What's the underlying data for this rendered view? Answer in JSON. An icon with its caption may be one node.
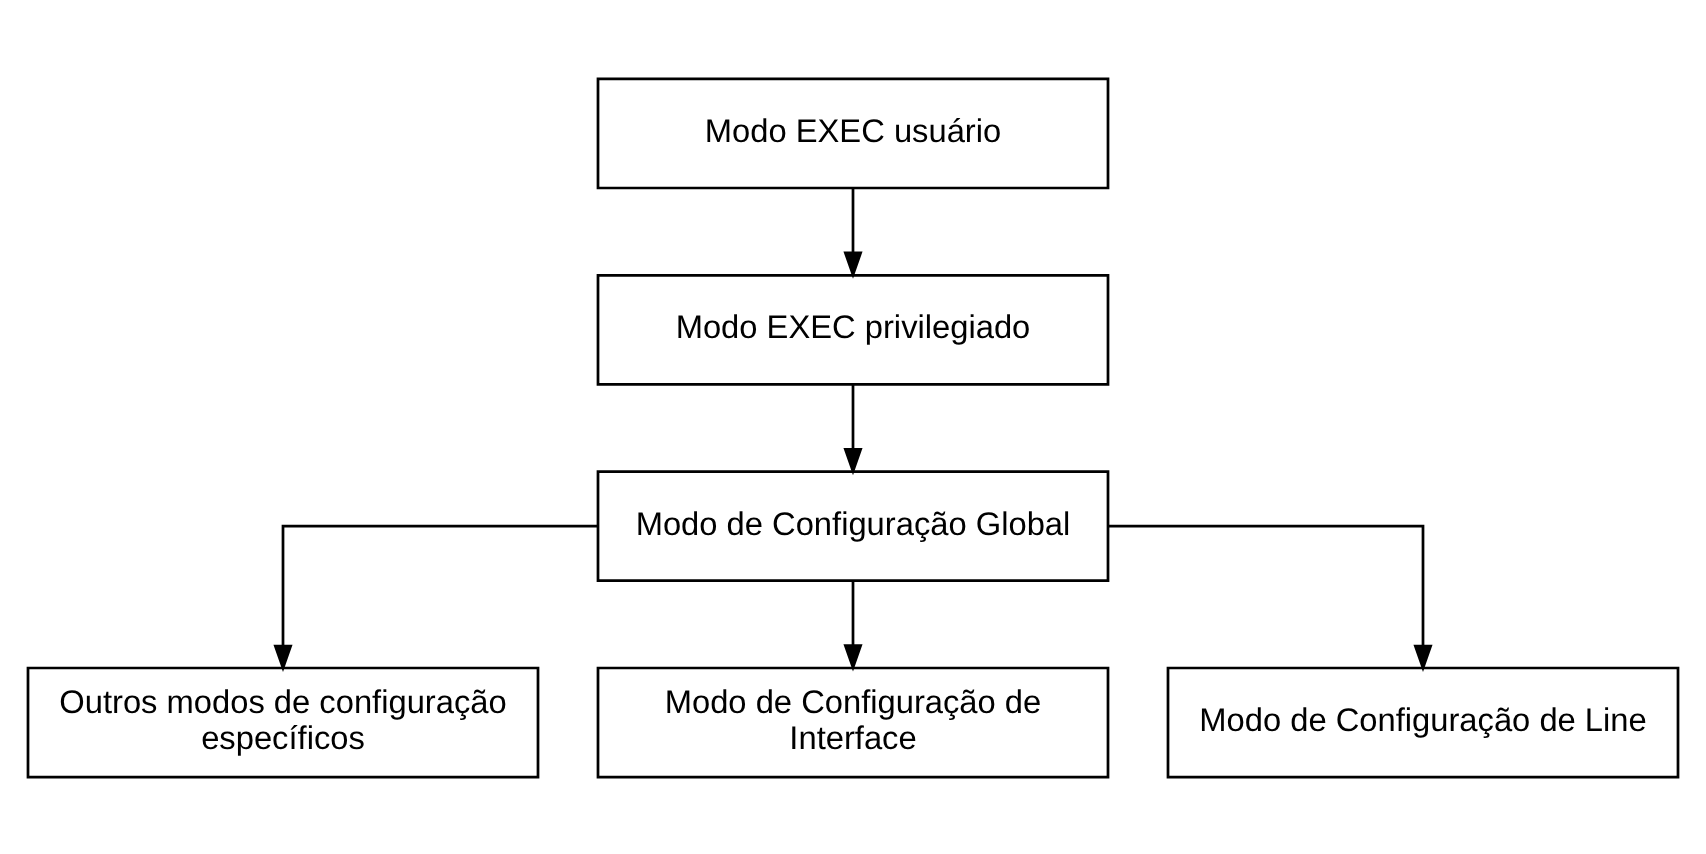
{
  "diagram": {
    "nodes": [
      {
        "text": [
          "Modo EXEC usuário"
        ]
      },
      {
        "text": [
          "Modo EXEC privilegiado"
        ]
      },
      {
        "text": [
          "Modo de Configuração Global"
        ]
      },
      {
        "text": [
          "Outros modos de configuração específicos"
        ]
      },
      {
        "text": [
          "Modo de Configuração de Interface"
        ]
      },
      {
        "text": [
          "Modo de Configuração de Line"
        ]
      }
    ],
    "edges": [
      {
        "from": 0,
        "to": 1,
        "arrow": "to"
      },
      {
        "from": 1,
        "to": 2,
        "arrow": "to"
      },
      {
        "from": 2,
        "to": 3,
        "arrow": "to"
      },
      {
        "from": 2,
        "to": 4,
        "arrow": "to"
      },
      {
        "from": 2,
        "to": 5,
        "arrow": "to"
      }
    ]
  }
}
